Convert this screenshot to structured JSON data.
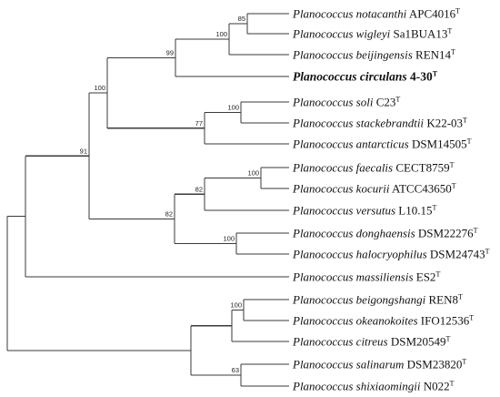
{
  "tree": {
    "taxa": [
      {
        "id": "t1",
        "species": "Planococcus notacanthi",
        "strain": "APC4016",
        "type_mark": "T",
        "emphasis": false
      },
      {
        "id": "t2",
        "species": "Planococcus wigleyi",
        "strain": "Sa1BUA13",
        "type_mark": "T",
        "emphasis": false
      },
      {
        "id": "t3",
        "species": "Planococcus beijingensis",
        "strain": "REN14",
        "type_mark": "T",
        "emphasis": false
      },
      {
        "id": "t4",
        "species": "Planococcus circulans",
        "strain": "4-30",
        "type_mark": "T",
        "emphasis": true
      },
      {
        "id": "t5",
        "species": "Planococcus soli",
        "strain": "C23",
        "type_mark": "T",
        "emphasis": false
      },
      {
        "id": "t6",
        "species": "Planococcus stackebrandtii",
        "strain": "K22-03",
        "type_mark": "T",
        "emphasis": false
      },
      {
        "id": "t7",
        "species": "Planococcus antarcticus",
        "strain": "DSM14505",
        "type_mark": "T",
        "emphasis": false
      },
      {
        "id": "t8",
        "species": "Planococcus faecalis",
        "strain": "CECT8759",
        "type_mark": "T",
        "emphasis": false
      },
      {
        "id": "t9",
        "species": "Planococcus kocurii",
        "strain": "ATCC43650",
        "type_mark": "T",
        "emphasis": false
      },
      {
        "id": "t10",
        "species": "Planococcus versutus",
        "strain": "L10.15",
        "type_mark": "T",
        "emphasis": false
      },
      {
        "id": "t11",
        "species": "Planococcus donghaensis",
        "strain": "DSM22276",
        "type_mark": "T",
        "emphasis": false
      },
      {
        "id": "t12",
        "species": "Planococcus halocryophilus",
        "strain": "DSM24743",
        "type_mark": "T",
        "emphasis": false
      },
      {
        "id": "t13",
        "species": "Planococcus massiliensis",
        "strain": "ES2",
        "type_mark": "T",
        "emphasis": false
      },
      {
        "id": "t14",
        "species": "Planococcus beigongshangi",
        "strain": "REN8",
        "type_mark": "T",
        "emphasis": false
      },
      {
        "id": "t15",
        "species": "Planococcus okeanokoites",
        "strain": "IFO12536",
        "type_mark": "T",
        "emphasis": false
      },
      {
        "id": "t16",
        "species": "Planococcus citreus",
        "strain": "DSM20549",
        "type_mark": "T",
        "emphasis": false
      },
      {
        "id": "t17",
        "species": "Planococcus salinarum",
        "strain": "DSM23820",
        "type_mark": "T",
        "emphasis": false
      },
      {
        "id": "t18",
        "species": "Planococcus shixiaomingii",
        "strain": "N022",
        "type_mark": "T",
        "emphasis": false
      }
    ],
    "support_values": {
      "n_t1_t2": "85",
      "n_t1_t3": "100",
      "n_t1_t4": "99",
      "n_upper_clade": "100",
      "n_t5_t6": "100",
      "n_t5_t7": "77",
      "n_t8_t9": "100",
      "n_t8_t10": "82",
      "n_t11_t12": "100",
      "n_t8_t12": "82",
      "n_ingroup": "91",
      "n_t14_t15": "100",
      "n_t17_t18": "63"
    }
  }
}
